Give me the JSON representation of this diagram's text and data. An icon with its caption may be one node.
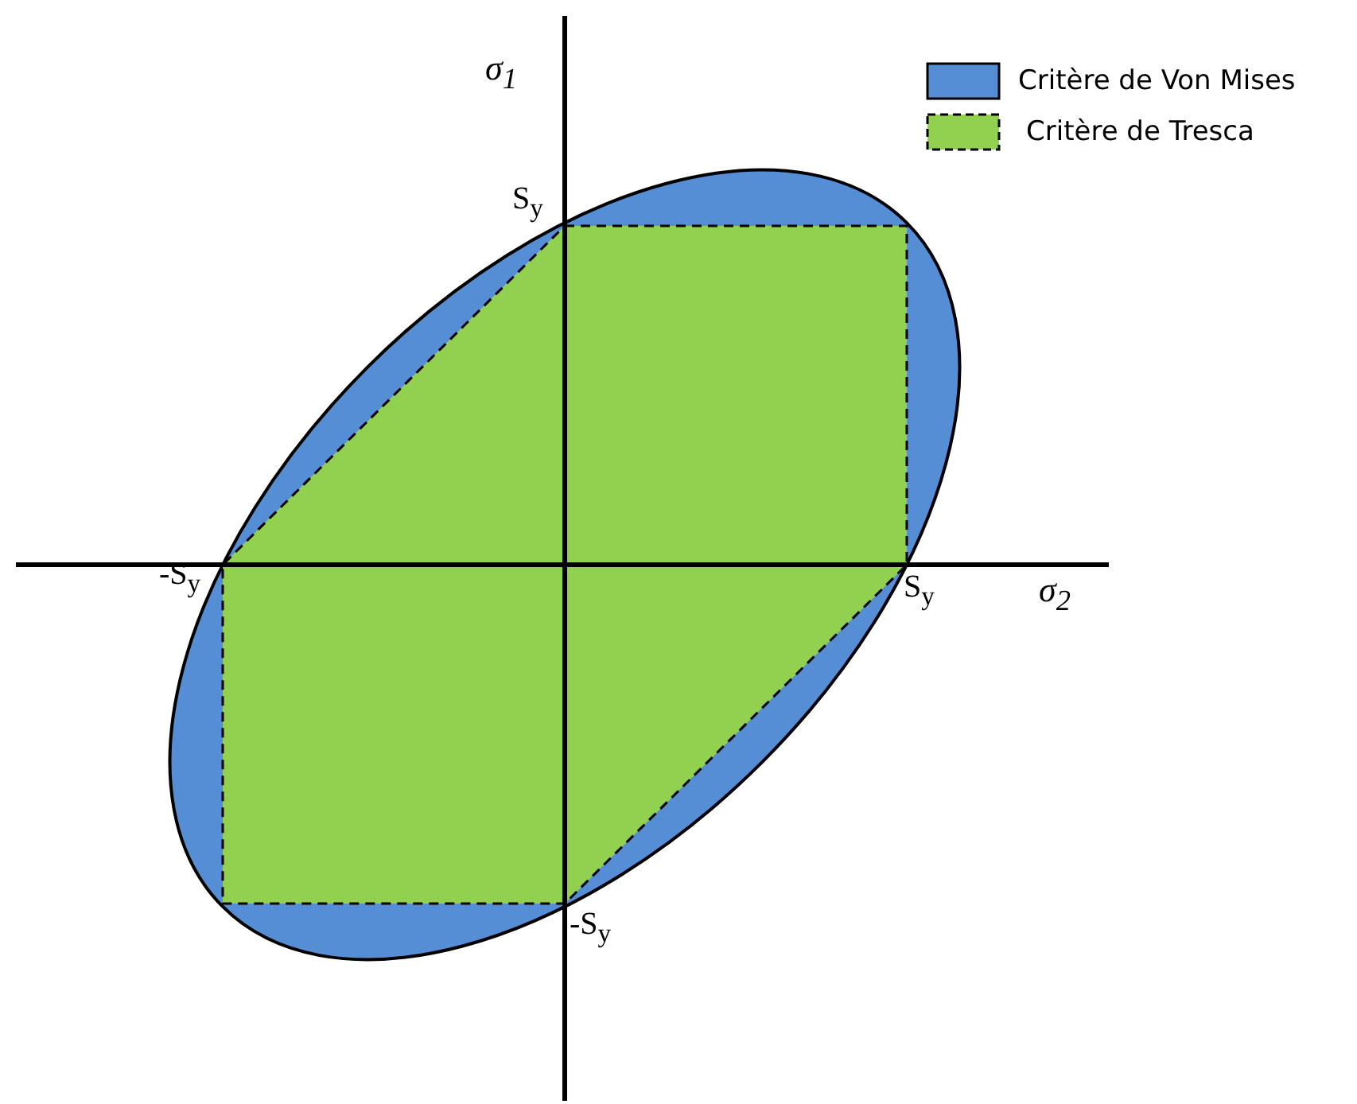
{
  "diagram": {
    "labels": [
      "σ$_{1}$",
      "S$_{y}$",
      "-S$_{y}$",
      "S$_{y}$",
      "σ$_{2}$",
      "-S$_{y}$"
    ],
    "legend": [
      {
        "text": "Critère de Von Mises",
        "color": "#558ed5"
      },
      {
        "text": "Critère de Tresca",
        "color": "#92d050"
      }
    ]
  }
}
